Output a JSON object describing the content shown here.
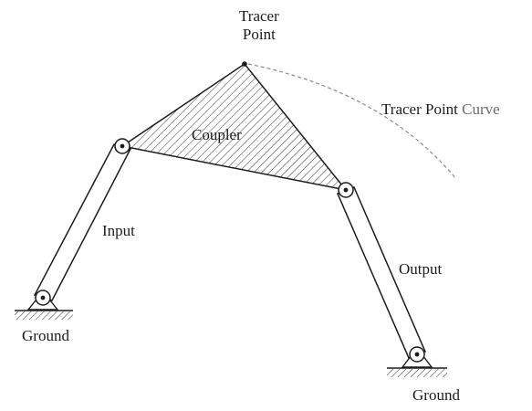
{
  "labels": {
    "tracer_point_line1": "Tracer",
    "tracer_point_line2": "Point",
    "tracer_point_curve_main": "Tracer Point ",
    "tracer_point_curve_tail": "Curve",
    "coupler": "Coupler",
    "input": "Input",
    "output": "Output",
    "ground_left": "Ground",
    "ground_right": "Ground"
  },
  "colors": {
    "ink": "#1c1c1c",
    "hatch": "#444444",
    "curve": "#8a8a8a"
  }
}
